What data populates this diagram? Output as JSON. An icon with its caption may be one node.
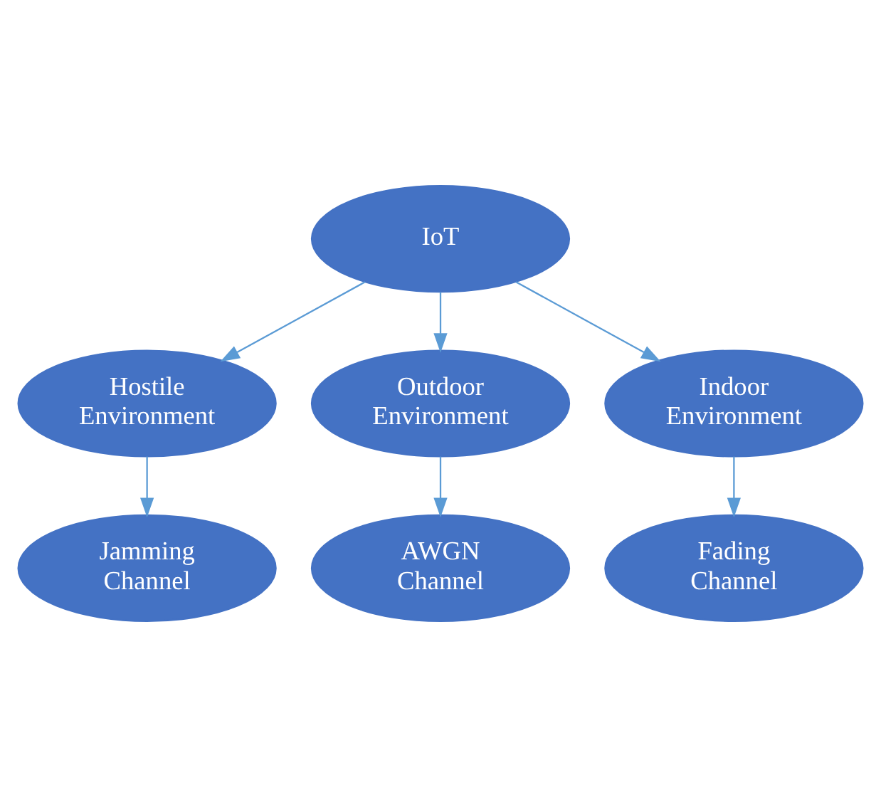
{
  "diagram": {
    "nodes": [
      {
        "text": [
          "IoT"
        ]
      },
      {
        "text": [
          "Hostile Environment"
        ]
      },
      {
        "text": [
          "Outdoor Environment"
        ]
      },
      {
        "text": [
          "Indoor Environment"
        ]
      },
      {
        "text": [
          "Jamming Channel"
        ]
      },
      {
        "text": [
          "AWGN Channel"
        ]
      },
      {
        "text": [
          "Fading Channel"
        ]
      }
    ],
    "edges": [
      {
        "from": 0,
        "to": 1,
        "arrow": "to"
      },
      {
        "from": 0,
        "to": 2,
        "arrow": "to"
      },
      {
        "from": 0,
        "to": 3,
        "arrow": "to"
      },
      {
        "from": 1,
        "to": 4,
        "arrow": "to"
      },
      {
        "from": 2,
        "to": 5,
        "arrow": "to"
      },
      {
        "from": 3,
        "to": 6,
        "arrow": "to"
      }
    ]
  }
}
